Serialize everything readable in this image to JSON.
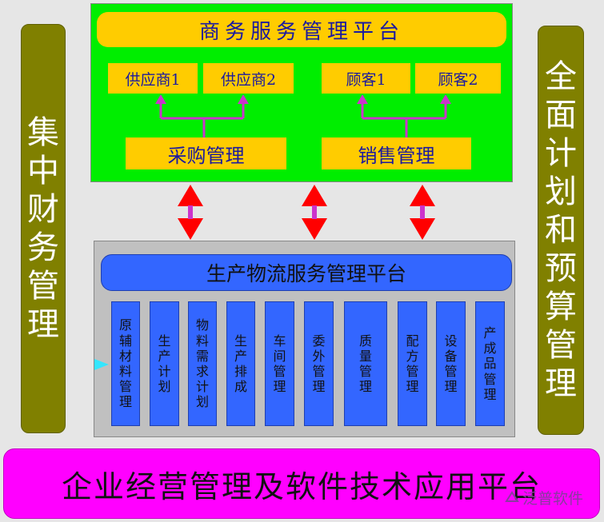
{
  "left_pillar": {
    "text": "集中财务管理"
  },
  "right_pillar": {
    "text": "全面计划和预算管理"
  },
  "top_platform": {
    "title": "商务服务管理平台",
    "suppliers": [
      "供应商1",
      "供应商2"
    ],
    "customers": [
      "顾客1",
      "顾客2"
    ],
    "purchase": "采购管理",
    "sales": "销售管理"
  },
  "middle_platform": {
    "title": "生产物流服务管理平台",
    "modules": [
      "原辅材料管理",
      "生产计划",
      "物料需求计划",
      "生产排成",
      "车间管理",
      "委外管理",
      "质量管理",
      "配方管理",
      "设备管理",
      "产成品管理"
    ]
  },
  "bottom_platform": {
    "title": "企业经营管理及软件技术应用平台"
  },
  "watermark": {
    "text": "泛普软件"
  },
  "colors": {
    "pillar": "#808000",
    "top_panel": "#00ee00",
    "yellow_box": "#ffcc00",
    "middle_panel": "#c0c0c0",
    "module": "#3366ff",
    "bottom_bar": "#ff00ff",
    "connector": "#cc33cc",
    "arrow": "#ff0000"
  }
}
